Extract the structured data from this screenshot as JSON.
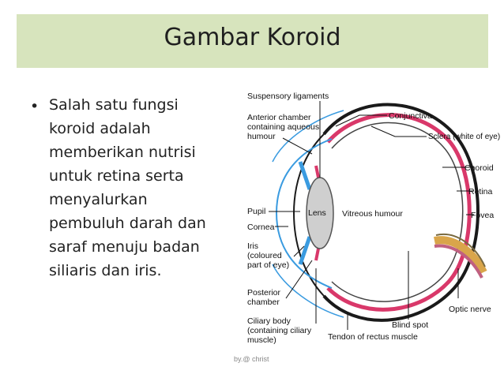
{
  "slide": {
    "title": "Gambar Koroid",
    "bullet_symbol": "•",
    "bullet_text": "Salah satu fungsi koroid adalah memberikan nutrisi untuk retina serta menyalurkan pembuluh darah dan saraf menuju badan siliaris dan iris."
  },
  "diagram": {
    "labels": {
      "suspensory": "Suspensory ligaments",
      "anterior1": "Anterior chamber",
      "anterior2": "containing aqueous",
      "anterior3": "humour",
      "pupil": "Pupil",
      "cornea": "Cornea",
      "iris1": "Iris",
      "iris2": "(coloured",
      "iris3": "part of eye)",
      "posterior1": "Posterior",
      "posterior2": "chamber",
      "ciliary1": "Ciliary body",
      "ciliary2": "(containing ciliary",
      "ciliary3": "muscle)",
      "lens": "Lens",
      "vitreous": "Vitreous humour",
      "conjunctiva": "Conjunctiva",
      "sclera": "Sclera (white of eye)",
      "choroid": "Choroid",
      "retina": "Retina",
      "fovea": "Fovea",
      "optic_nerve": "Optic nerve",
      "blind_spot": "Blind spot",
      "tendon": "Tendon of rectus muscle"
    },
    "credit": "by.@ christ",
    "colors": {
      "sclera": "#1a1a1a",
      "choroid": "#d9386a",
      "cornea": "#3a9be0",
      "iris": "#d9386a",
      "lens": "#cfcfcf"
    }
  }
}
